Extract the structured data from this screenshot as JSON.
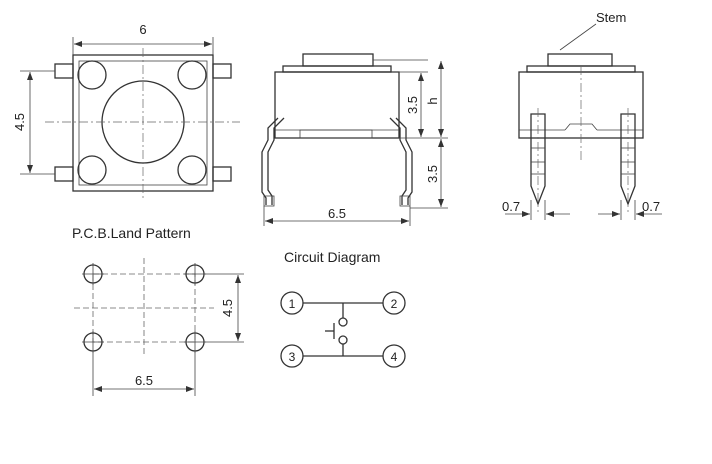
{
  "top_view": {
    "width_label": "6",
    "height_label": "4.5"
  },
  "side_view": {
    "body_height_label": "3.5",
    "h_label": "h",
    "lead_length_label": "3.5",
    "lead_span_label": "6.5"
  },
  "end_view": {
    "stem_label": "Stem",
    "lead_left_label": "0.7",
    "lead_right_label": "0.7"
  },
  "pcb": {
    "title": "P.C.B.Land Pattern",
    "height_label": "4.5",
    "width_label": "6.5"
  },
  "circuit": {
    "title": "Circuit Diagram",
    "pins": [
      "1",
      "2",
      "3",
      "4"
    ]
  }
}
